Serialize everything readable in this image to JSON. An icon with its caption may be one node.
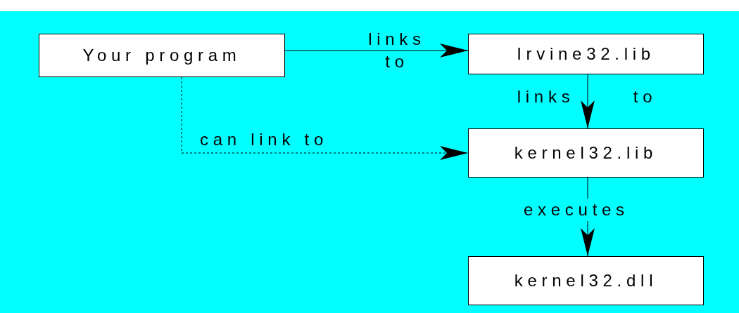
{
  "diagram": {
    "nodes": [
      {
        "text": [
          "Your program"
        ]
      },
      {
        "text": [
          "Irvine32.lib"
        ]
      },
      {
        "text": [
          "kernel32.lib"
        ]
      },
      {
        "text": [
          "kernel32.dll"
        ]
      }
    ],
    "edges": [
      {
        "from": 0,
        "to": 1,
        "arrow": "to",
        "label": "links to"
      },
      {
        "from": 1,
        "to": 2,
        "arrow": "to",
        "label": "links to"
      },
      {
        "from": 0,
        "to": 2,
        "arrow": "to",
        "label": "can link to",
        "style": "dashed"
      },
      {
        "from": 2,
        "to": 3,
        "arrow": "to",
        "label": "executes"
      }
    ]
  }
}
